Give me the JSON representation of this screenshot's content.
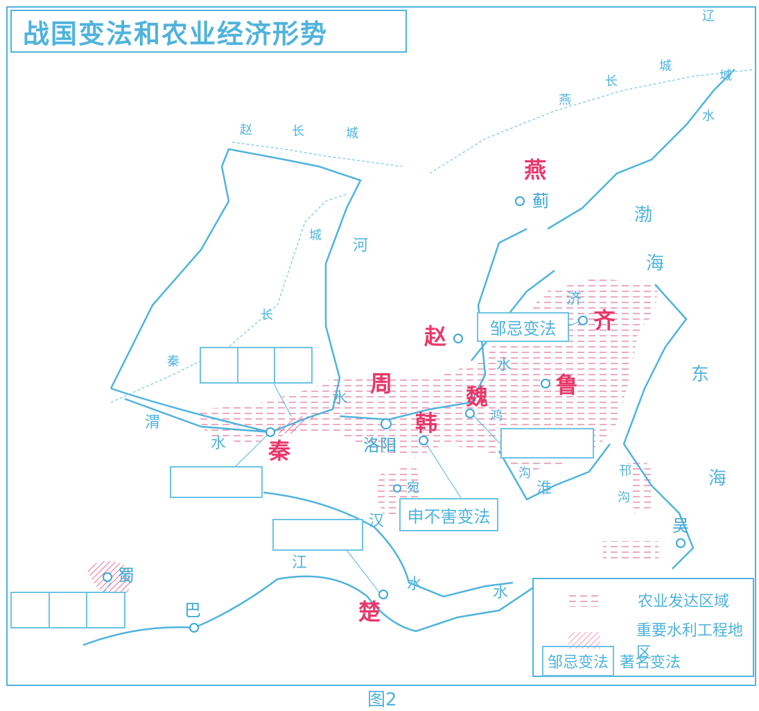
{
  "title": "战国变法和农业经济形势",
  "caption": "图2",
  "colors": {
    "map_line": "#4fb3dc",
    "state_label": "#e8386a",
    "agri_pattern": "#e27aa0"
  },
  "states": [
    "燕",
    "赵",
    "齐",
    "周",
    "魏",
    "鲁",
    "韩",
    "秦",
    "楚"
  ],
  "cities": [
    "蓟",
    "洛阳",
    "宛",
    "蜀",
    "巴",
    "吴"
  ],
  "geo_labels": [
    "河",
    "水",
    "渭",
    "水",
    "汉",
    "江",
    "水",
    "水",
    "淮",
    "沟",
    "鸿",
    "济",
    "水",
    "邗",
    "沟",
    "渤",
    "海",
    "东",
    "海",
    "赵",
    "长",
    "城",
    "燕",
    "长",
    "城",
    "辽",
    "城",
    "水",
    "秦",
    "长",
    "城"
  ],
  "reforms": {
    "zouji": "邹忌变法",
    "shenbuhai": "申不害变法"
  },
  "legend": {
    "agri": "农业发达区域",
    "water": "重要水利工程地区",
    "reform_sample": "邹忌变法",
    "reform": "著名变法"
  }
}
